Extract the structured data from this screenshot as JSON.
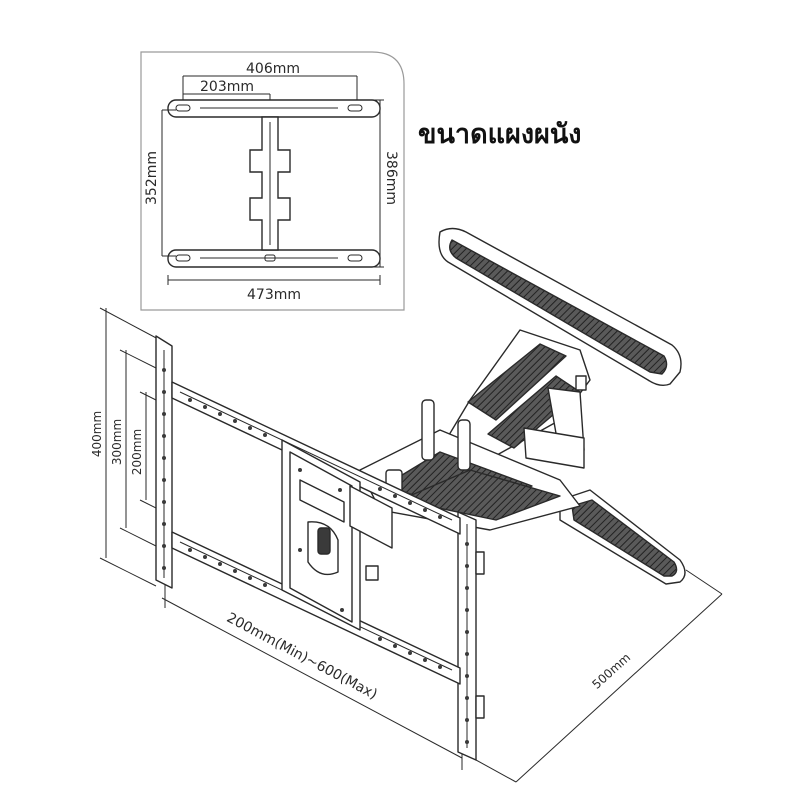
{
  "title": "ขนาดแผงผนัง",
  "wall_plate_dims": {
    "top_outer": "406mm",
    "top_inner": "203mm",
    "left_height": "352mm",
    "right_height": "386mm",
    "bottom_width": "473mm"
  },
  "mount_dims": {
    "vesa_400": "400mm",
    "vesa_300": "300mm",
    "vesa_200": "200mm",
    "width_range": "200mm(Min)~600(Max)",
    "extension": "500mm"
  },
  "colors": {
    "line": "#2a2a2a",
    "frame": "#9a9a9a",
    "fill_dark": "#3a3a3a"
  }
}
